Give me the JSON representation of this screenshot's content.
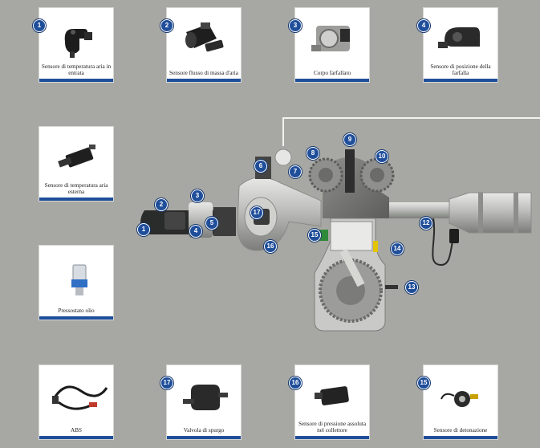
{
  "cards": [
    {
      "number": "1",
      "caption": "Sensore di temperatura aria in entrata",
      "icon": "intake-air-temperature-sensor"
    },
    {
      "number": "2",
      "caption": "Sensore flusso di massa d'aria",
      "icon": "mass-air-flow-sensor"
    },
    {
      "number": "3",
      "caption": "Corpo farfallato",
      "icon": "throttle-body"
    },
    {
      "number": "4",
      "caption": "Sensore di posizione della farfalla",
      "icon": "throttle-position-sensor"
    },
    {
      "number": "",
      "caption": "Sensore di temperatura aria esterna",
      "icon": "outside-air-temperature-sensor"
    },
    {
      "number": "",
      "caption": "Pressostato olio",
      "icon": "oil-pressure-switch"
    },
    {
      "number": "",
      "caption": "ABS",
      "icon": "abs-sensor-cable"
    },
    {
      "number": "17",
      "caption": "Valvola di spurgo",
      "icon": "purge-valve"
    },
    {
      "number": "16",
      "caption": "Sensore di pressione assoluta nel collettore",
      "icon": "manifold-pressure-sensor"
    },
    {
      "number": "15",
      "caption": "Sensore di detonazione",
      "icon": "knock-sensor"
    }
  ],
  "diagram_badges": [
    "1",
    "2",
    "3",
    "4",
    "5",
    "6",
    "7",
    "8",
    "9",
    "10",
    "12",
    "13",
    "14",
    "15",
    "16",
    "17"
  ],
  "colors": {
    "badge": "#1f4e9a",
    "background": "#a7a8a3",
    "card": "#ffffff"
  }
}
